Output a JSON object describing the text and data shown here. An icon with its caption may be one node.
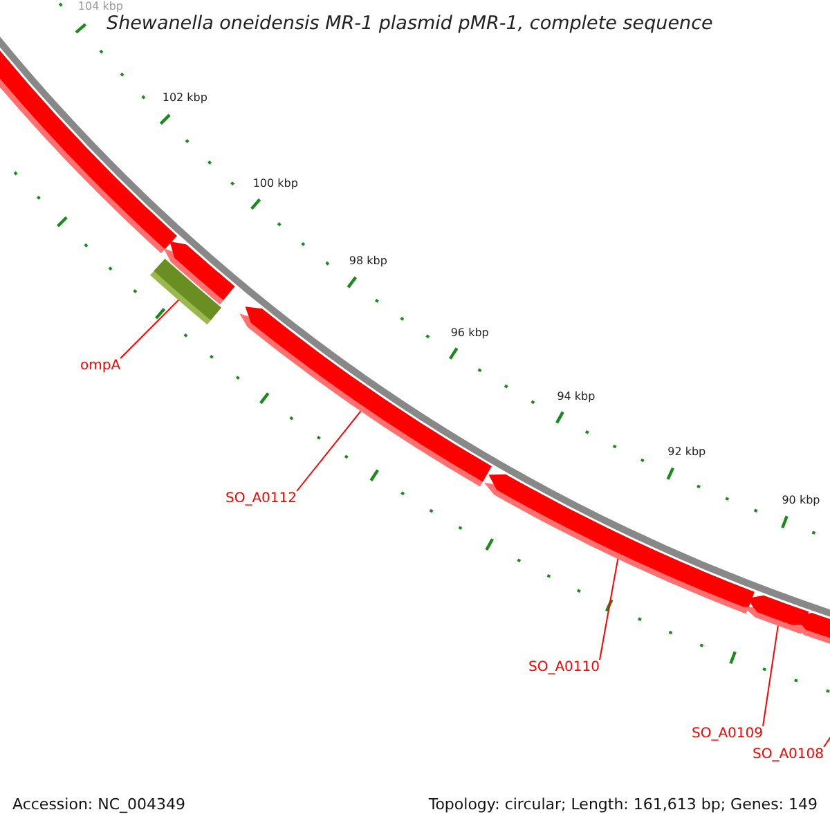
{
  "diagram": {
    "title": "Shewanella oneidensis MR-1 plasmid pMR-1, complete sequence",
    "nodes": [
      {
        "text": [],
        "shape": "bar"
      },
      {
        "text": [],
        "shape": "bar"
      },
      {
        "text": [],
        "shape": "bar"
      },
      {
        "text": [
          "ompA"
        ]
      },
      {
        "text": [],
        "shape": "bar"
      },
      {
        "text": [
          "SO_A0112"
        ]
      },
      {
        "text": [],
        "shape": "bar"
      },
      {
        "text": [
          "SO_A0110"
        ]
      },
      {
        "text": [],
        "shape": "bar"
      },
      {
        "text": [
          "SO_A0109"
        ]
      },
      {
        "text": [],
        "shape": "bar"
      },
      {
        "text": [
          "SO_A0108"
        ]
      }
    ],
    "edges": [
      {
        "from": 3,
        "to": 2,
        "arrow": "none"
      },
      {
        "from": 5,
        "to": 4,
        "arrow": "none"
      },
      {
        "from": 7,
        "to": 6,
        "arrow": "none"
      },
      {
        "from": 9,
        "to": 8,
        "arrow": "none"
      },
      {
        "from": 11,
        "to": 10,
        "arrow": "none"
      }
    ],
    "labels": [
      "104 kbp",
      "102 kbp",
      "100 kbp",
      "98 kbp",
      "96 kbp",
      "94 kbp",
      "92 kbp",
      "90 kbp",
      "Accession: NC_004349",
      "Topology: circular; Length: 161,613 bp; Genes: 149"
    ]
  }
}
